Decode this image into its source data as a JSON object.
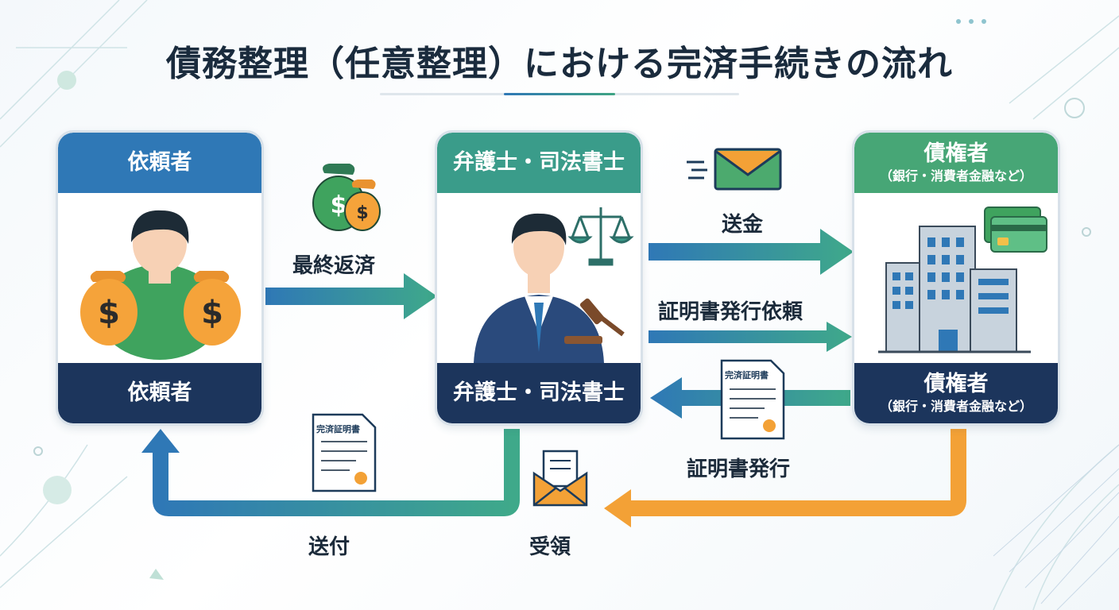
{
  "title": "債務整理（任意整理）における完済手続きの流れ",
  "parties": {
    "client": {
      "header": "依頼者",
      "footer": "依頼者"
    },
    "lawyer": {
      "header": "弁護士・司法書士",
      "footer": "弁護士・司法書士"
    },
    "creditor": {
      "header": "債権者",
      "header_sub": "（銀行・消費者金融など）",
      "footer": "債権者",
      "footer_sub": "（銀行・消費者金融など）"
    }
  },
  "flows": {
    "final_payment": "最終返済",
    "remittance": "送金",
    "certificate_request": "証明書発行依頼",
    "certificate_issue": "証明書発行",
    "receipt": "受領",
    "forwarding": "送付"
  },
  "documents": {
    "issued_certificate_title": "完済証明書",
    "forwarded_certificate_title": "完済証明書"
  },
  "colors": {
    "client_header": "#2f78b6",
    "lawyer_header": "#3a9c8a",
    "creditor_header": "#47a676",
    "footer": "#1c355c",
    "arrow_blue": "#2f78b6",
    "arrow_green": "#3fa98a",
    "arrow_orange": "#f3a136"
  },
  "icons": {
    "money_bags": "money-bag-icon",
    "envelope": "envelope-icon",
    "certificate": "certificate-icon",
    "open_envelope": "open-envelope-icon",
    "scales": "scales-of-justice-icon",
    "gavel": "gavel-icon",
    "building": "building-icon",
    "cards": "credit-card-icon"
  }
}
